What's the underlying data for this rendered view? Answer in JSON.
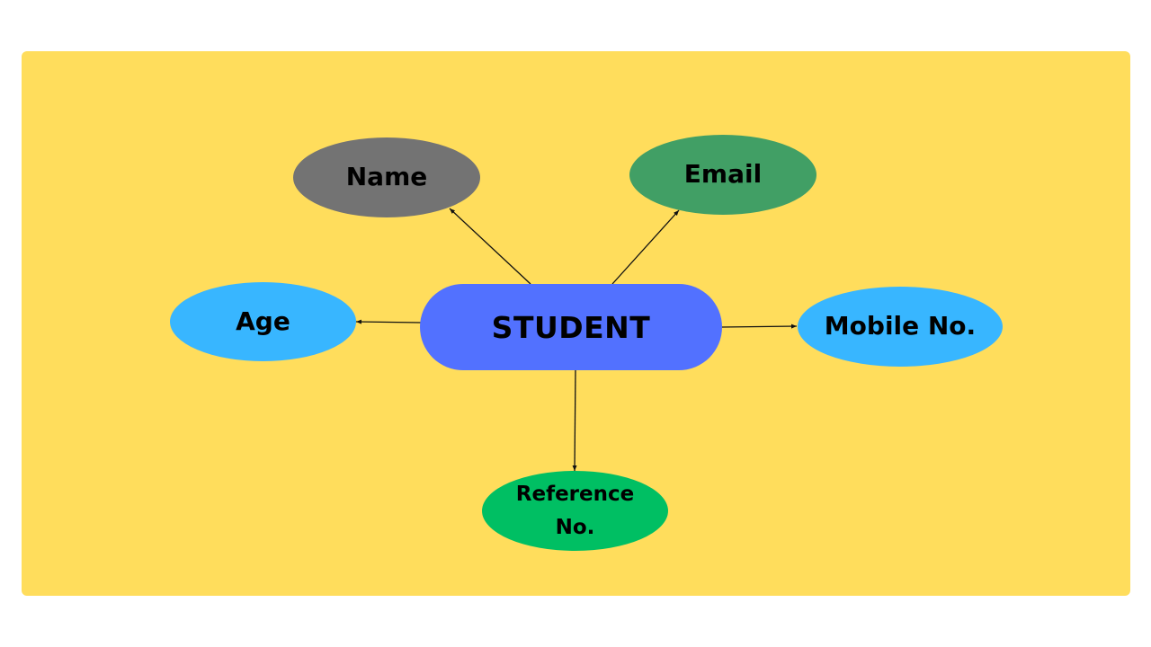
{
  "colors": {
    "background": "#ffdd5c",
    "entity": "#5271ff",
    "connector": "#111111"
  },
  "diagram": {
    "entity": {
      "label": "STUDENT"
    },
    "attributes": [
      {
        "id": "name",
        "label": "Name",
        "color": "#737373"
      },
      {
        "id": "email",
        "label": "Email",
        "color": "#419f65"
      },
      {
        "id": "age",
        "label": "Age",
        "color": "#38b6ff"
      },
      {
        "id": "mobile",
        "label": "Mobile No.",
        "color": "#38b6ff"
      },
      {
        "id": "reference",
        "label_line1": "Reference",
        "label_line2": "No.",
        "color": "#00bf63"
      }
    ]
  }
}
